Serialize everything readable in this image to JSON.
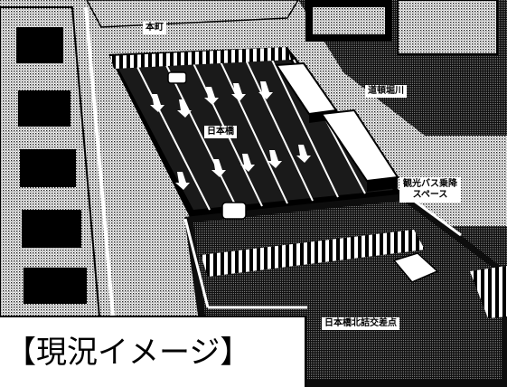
{
  "labels": {
    "top_road": "本町",
    "canal": "道頓堀川",
    "bridge": "日本橋",
    "bus_space_line1": "観光バス乗降",
    "bus_space_line2": "スペース",
    "intersection": "日本橋北詰交差点"
  },
  "caption": "【現況イメージ】",
  "colors": {
    "ink": "#000000",
    "paper": "#ffffff",
    "dither": "#5a5a5a"
  },
  "icons": [
    "bus-icon",
    "car-icon",
    "lane-arrow-icon",
    "building-icon",
    "crosswalk-icon"
  ]
}
